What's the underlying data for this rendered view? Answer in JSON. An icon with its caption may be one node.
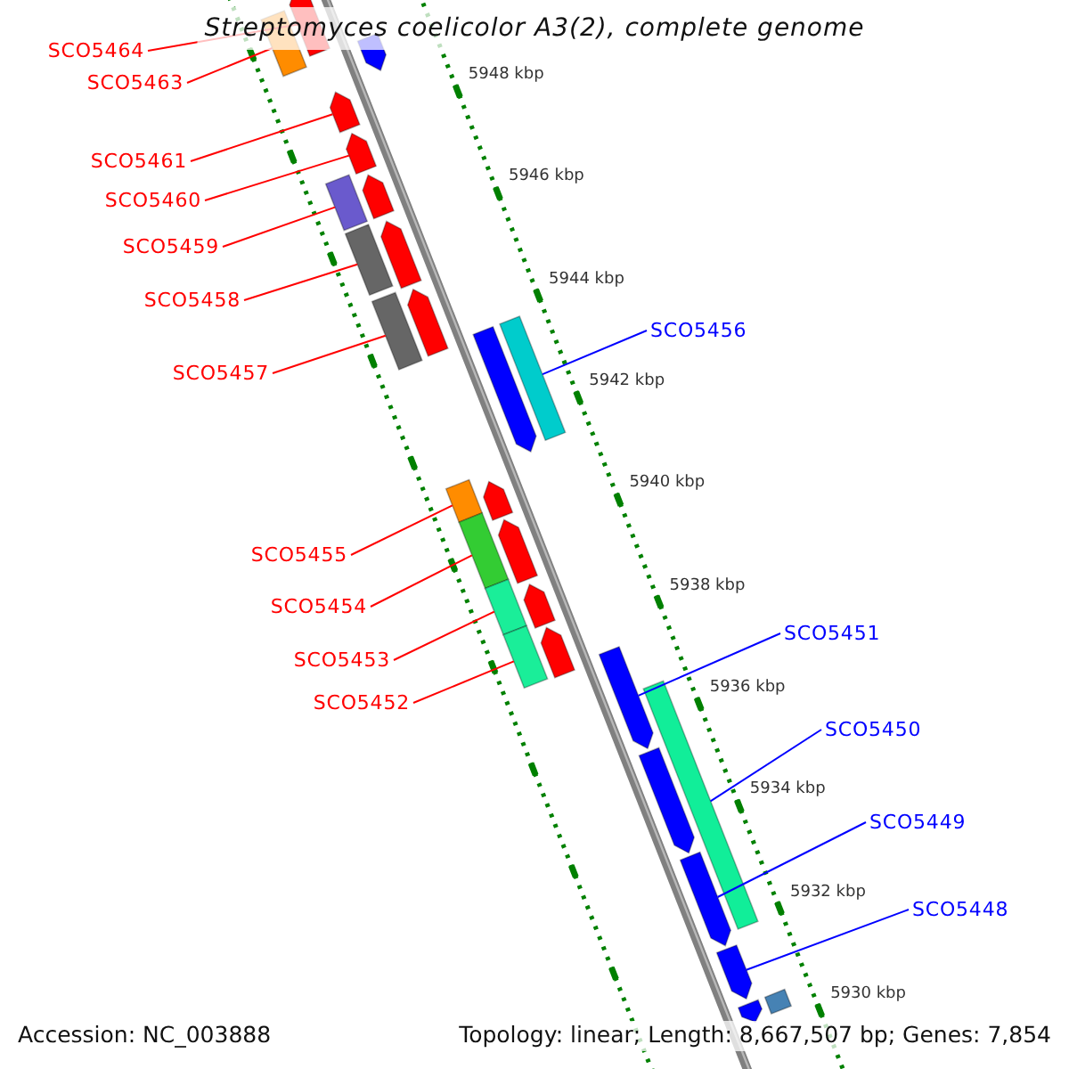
{
  "diagram": {
    "title": "Streptomyces coelicolor A3(2), complete genome",
    "nodes": [
      {
        "text": [
          "SCO5464"
        ]
      },
      {
        "text": [
          "SCO5463"
        ]
      },
      {
        "text": [
          "SCO5461"
        ]
      },
      {
        "text": [
          "SCO5460"
        ]
      },
      {
        "text": [
          "SCO5459"
        ]
      },
      {
        "text": [
          "SCO5458"
        ]
      },
      {
        "text": [
          "SCO5457"
        ]
      },
      {
        "text": [
          "SCO5455"
        ]
      },
      {
        "text": [
          "SCO5454"
        ]
      },
      {
        "text": [
          "SCO5453"
        ]
      },
      {
        "text": [
          "SCO5452"
        ]
      },
      {
        "text": [
          "SCO5456"
        ]
      },
      {
        "text": [
          "SCO5451"
        ]
      },
      {
        "text": [
          "SCO5450"
        ]
      },
      {
        "text": [
          "SCO5449"
        ]
      },
      {
        "text": [
          "SCO5448"
        ]
      },
      {
        "text": [],
        "shape": "arrow"
      },
      {
        "text": [],
        "shape": "bar"
      },
      {
        "text": [],
        "shape": "arrow"
      },
      {
        "text": [],
        "shape": "arrow"
      },
      {
        "text": [],
        "shape": "arrow"
      },
      {
        "text": [],
        "shape": "bar"
      },
      {
        "text": [],
        "shape": "arrow"
      },
      {
        "text": [],
        "shape": "bar"
      },
      {
        "text": [],
        "shape": "arrow"
      },
      {
        "text": [],
        "shape": "bar"
      },
      {
        "text": [],
        "shape": "arrow"
      },
      {
        "text": [],
        "shape": "arrow"
      },
      {
        "text": [],
        "shape": "bar"
      },
      {
        "text": [],
        "shape": "bar"
      },
      {
        "text": [],
        "shape": "arrow"
      },
      {
        "text": [],
        "shape": "bar"
      },
      {
        "text": [],
        "shape": "arrow"
      },
      {
        "text": [],
        "shape": "bar"
      },
      {
        "text": [],
        "shape": "arrow"
      },
      {
        "text": [],
        "shape": "bar"
      },
      {
        "text": [],
        "shape": "arrow"
      },
      {
        "text": [],
        "shape": "arrow"
      },
      {
        "text": [],
        "shape": "bar"
      },
      {
        "text": [],
        "shape": "arrow"
      },
      {
        "text": [],
        "shape": "arrow"
      },
      {
        "text": [],
        "shape": "arrow"
      },
      {
        "text": [],
        "shape": "bar"
      },
      {
        "text": [],
        "shape": "arrow"
      }
    ],
    "edges": [
      {
        "from": 0,
        "to": 16,
        "arrow": "none"
      },
      {
        "from": 1,
        "to": 17,
        "arrow": "none"
      },
      {
        "from": 2,
        "to": 19,
        "arrow": "none"
      },
      {
        "from": 3,
        "to": 20,
        "arrow": "none"
      },
      {
        "from": 4,
        "to": 21,
        "arrow": "none"
      },
      {
        "from": 5,
        "to": 23,
        "arrow": "none"
      },
      {
        "from": 6,
        "to": 25,
        "arrow": "none"
      },
      {
        "from": 7,
        "to": 29,
        "arrow": "none"
      },
      {
        "from": 8,
        "to": 31,
        "arrow": "none"
      },
      {
        "from": 9,
        "to": 33,
        "arrow": "none"
      },
      {
        "from": 10,
        "to": 35,
        "arrow": "none"
      },
      {
        "from": 11,
        "to": 28,
        "arrow": "none",
        "color": "#0000ff"
      },
      {
        "from": 12,
        "to": 37,
        "arrow": "none",
        "color": "#0000ff"
      },
      {
        "from": 13,
        "to": 38,
        "arrow": "none",
        "color": "#0000ff"
      },
      {
        "from": 14,
        "to": 40,
        "arrow": "none",
        "color": "#0000ff"
      },
      {
        "from": 15,
        "to": 41,
        "arrow": "none",
        "color": "#0000ff"
      }
    ],
    "labels": [
      "5948 kbp",
      "5946 kbp",
      "5944 kbp",
      "5942 kbp",
      "5940 kbp",
      "5938 kbp",
      "5936 kbp",
      "5934 kbp",
      "5932 kbp",
      "5930 kbp",
      "Accession: NC_003888",
      "Topology: linear; Length: 8,667,507 bp; Genes: 7,854"
    ]
  }
}
